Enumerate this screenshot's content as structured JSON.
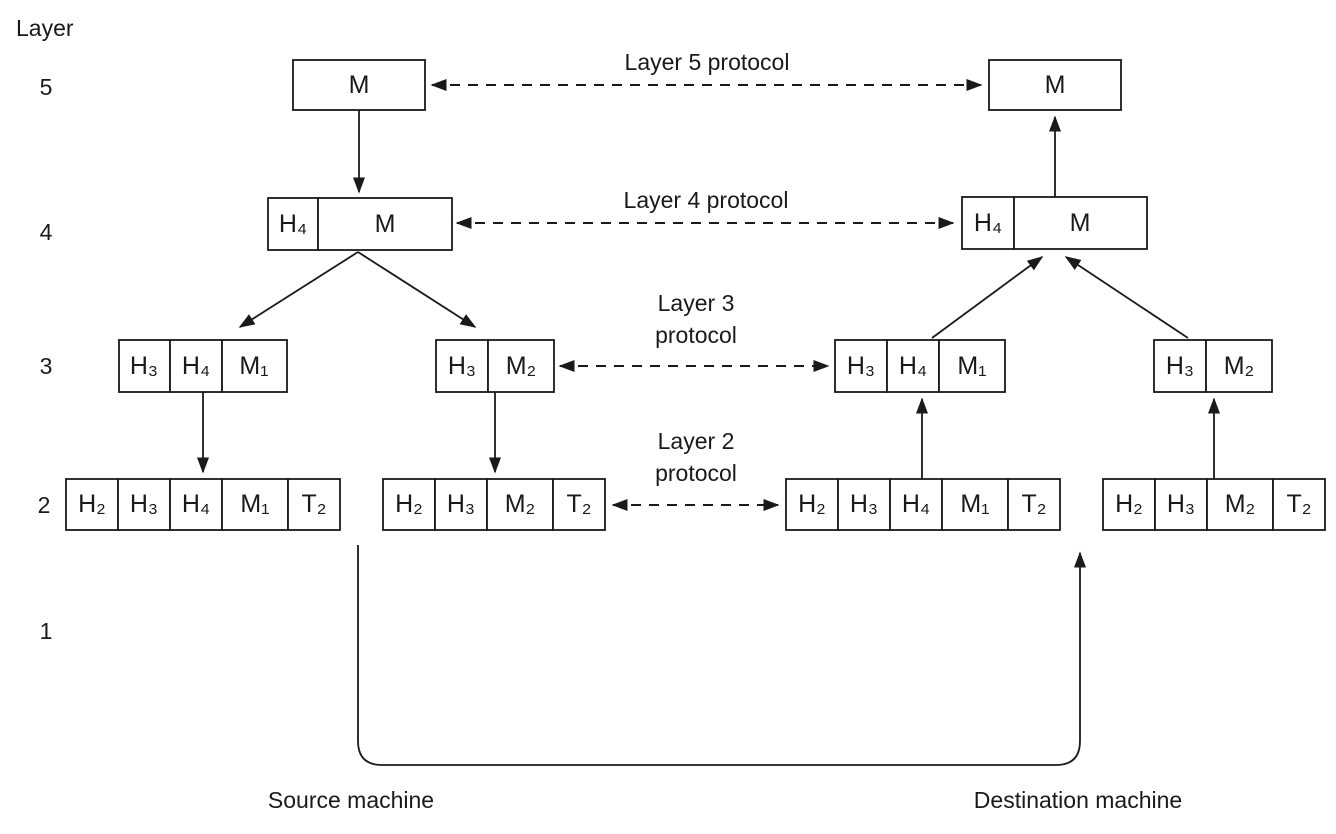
{
  "axis": {
    "label": "Layer",
    "numbers": [
      "5",
      "4",
      "3",
      "2",
      "1"
    ]
  },
  "protocols": {
    "layer5": "Layer 5 protocol",
    "layer4": "Layer 4 protocol",
    "layer3_line1": "Layer 3",
    "layer3_line2": "protocol",
    "layer2_line1": "Layer 2",
    "layer2_line2": "protocol"
  },
  "machines": {
    "source": "Source machine",
    "destination": "Destination machine"
  },
  "boxes": {
    "src_l5": [
      "M"
    ],
    "dst_l5": [
      "M"
    ],
    "src_l4": [
      "H₄",
      "M"
    ],
    "dst_l4": [
      "H₄",
      "M"
    ],
    "src_l3a": [
      "H₃",
      "H₄",
      "M₁"
    ],
    "src_l3b": [
      "H₃",
      "M₂"
    ],
    "dst_l3a": [
      "H₃",
      "H₄",
      "M₁"
    ],
    "dst_l3b": [
      "H₃",
      "M₂"
    ],
    "src_l2a": [
      "H₂",
      "H₃",
      "H₄",
      "M₁",
      "T₂"
    ],
    "src_l2b": [
      "H₂",
      "H₃",
      "M₂",
      "T₂"
    ],
    "dst_l2a": [
      "H₂",
      "H₃",
      "H₄",
      "M₁",
      "T₂"
    ],
    "dst_l2b": [
      "H₂",
      "H₃",
      "M₂",
      "T₂"
    ]
  },
  "colors": {
    "ink": "#1a1a1a",
    "background": "#ffffff"
  }
}
